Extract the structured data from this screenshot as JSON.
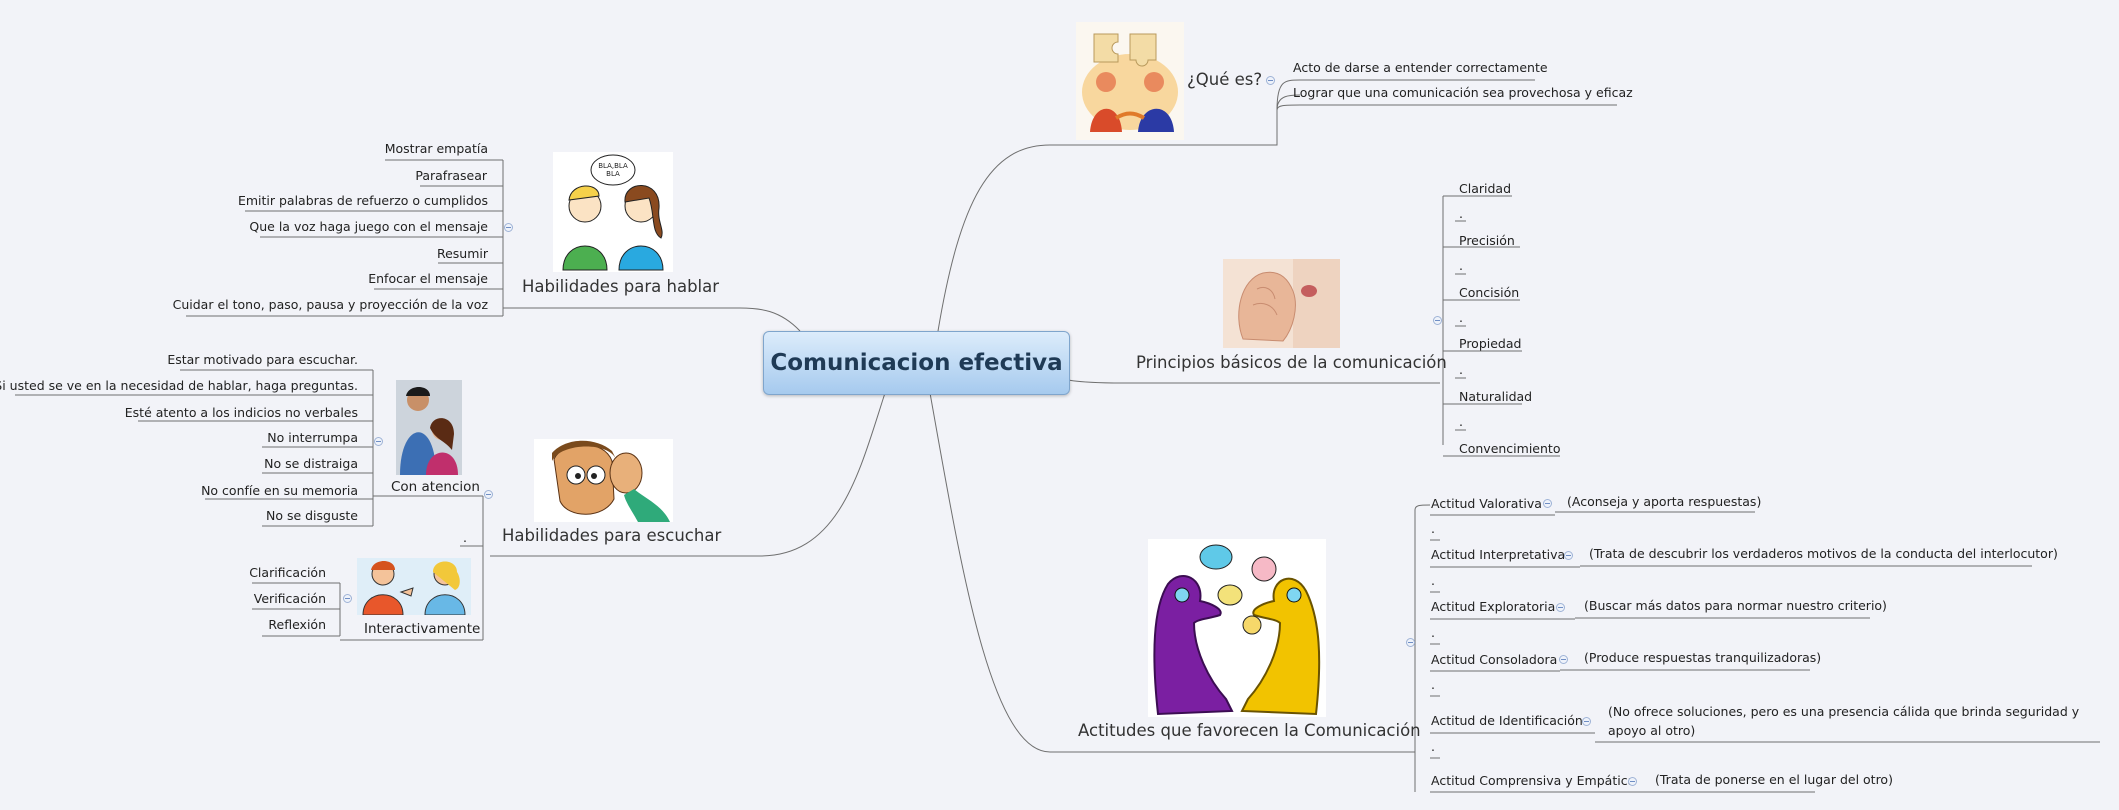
{
  "central": "Comunicacion efectiva",
  "que_es": {
    "title": "¿Qué es?",
    "items": [
      "Acto de darse a entender correctamente",
      "Lograr que una comunicación sea provechosa y eficaz"
    ]
  },
  "principios": {
    "title": "Principios básicos de la comunicación",
    "items": [
      "Claridad",
      ".",
      "Precisión",
      ".",
      "Concisión",
      ".",
      "Propiedad",
      ".",
      "Naturalidad",
      ".",
      "Convencimiento"
    ]
  },
  "actitudes": {
    "title": "Actitudes que favorecen la Comunicación",
    "items": [
      {
        "name": "Actitud Valorativa",
        "desc": "(Aconseja y aporta respuestas)"
      },
      {
        "name": "Actitud Interpretativa",
        "desc": "(Trata de descubrir los verdaderos motivos de la conducta del interlocutor)"
      },
      {
        "name": "Actitud Exploratoria",
        "desc": "(Buscar más datos para normar nuestro criterio)"
      },
      {
        "name": "Actitud Consoladora",
        "desc": "(Produce respuestas tranquilizadoras)"
      },
      {
        "name": "Actitud de Identificación",
        "desc": "(No ofrece soluciones, pero es una presencia cálida que brinda seguridad y apoyo al otro)"
      },
      {
        "name": "Actitud Comprensiva y Empática",
        "desc": "(Trata de ponerse en el lugar del otro)"
      }
    ],
    "dots": [
      ".",
      ".",
      ".",
      ".",
      "."
    ]
  },
  "hablar": {
    "title": "Habilidades para hablar",
    "items": [
      "Mostrar empatía",
      "Parafrasear",
      "Emitir palabras de refuerzo o cumplidos",
      "Que la voz haga juego con el mensaje",
      "Resumir",
      "Enfocar el mensaje",
      "Cuidar el tono, paso, pausa y proyección de la voz"
    ]
  },
  "escuchar": {
    "title": "Habilidades para escuchar",
    "con_atencion": {
      "title": "Con atencion",
      "items": [
        "Estar motivado para escuchar.",
        "Si usted se ve en la necesidad de hablar, haga preguntas.",
        "Esté atento a los indicios no verbales",
        "No interrumpa",
        "No se distraiga",
        "No confíe en su memoria",
        "No se disguste"
      ]
    },
    "dot": ".",
    "interactivamente": {
      "title": "Interactivamente",
      "items": [
        "Clarificación",
        "Verificación",
        "Reflexión"
      ]
    }
  },
  "colors": {
    "line": "#6f6f6f",
    "central_fill_top": "#dcecfb",
    "central_fill_bottom": "#a6caee",
    "central_text": "#1f3a55",
    "background": "#f2f3f8"
  }
}
